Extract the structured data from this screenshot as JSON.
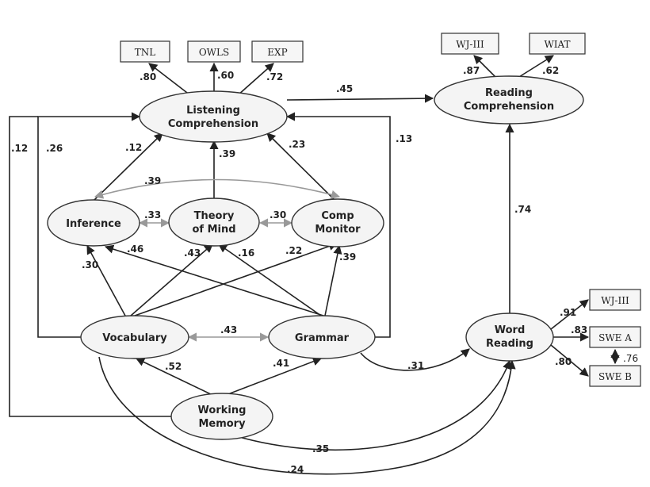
{
  "latent": {
    "listening": [
      "Listening",
      "Comprehension"
    ],
    "reading": [
      "Reading",
      "Comprehension"
    ],
    "inference": [
      "Inference"
    ],
    "tom": [
      "Theory",
      "of Mind"
    ],
    "comp": [
      "Comp",
      "Monitor"
    ],
    "vocab": [
      "Vocabulary"
    ],
    "grammar": [
      "Grammar"
    ],
    "word": [
      "Word",
      "Reading"
    ],
    "wm": [
      "Working",
      "Memory"
    ]
  },
  "indicators": {
    "tnl": "TNL",
    "owls": "OWLS",
    "exp": "EXP",
    "wj_rc": "WJ-III",
    "wiat": "WIAT",
    "wj_wr": "WJ-III",
    "swea": "SWE A",
    "sweb": "SWE B"
  },
  "coefficients": {
    "tnl": ".80",
    "owls": ".60",
    "exp": ".72",
    "wj_rc": ".87",
    "wiat": ".62",
    "lc_rc": ".45",
    "wr_rc": ".74",
    "inf_lc": ".12",
    "tom_lc": ".39",
    "cm_lc": ".23",
    "inf_cm": ".39",
    "inf_tom": ".33",
    "tom_cm": ".30",
    "voc_lc": ".12",
    "voc_lc2": ".26",
    "gram_lc": ".13",
    "voc_inf": ".30",
    "gram_inf": ".46",
    "voc_tom": ".43",
    "gram_tom": ".16",
    "voc_cm": ".22",
    "gram_cm": ".39",
    "voc_gram": ".43",
    "wm_voc": ".52",
    "wm_gram": ".41",
    "gram_wr": ".31",
    "wm_wr": ".35",
    "voc_wr": ".24",
    "wj_wr": ".91",
    "swea": ".83",
    "sweb": ".80",
    "swe_cov": ".76"
  }
}
